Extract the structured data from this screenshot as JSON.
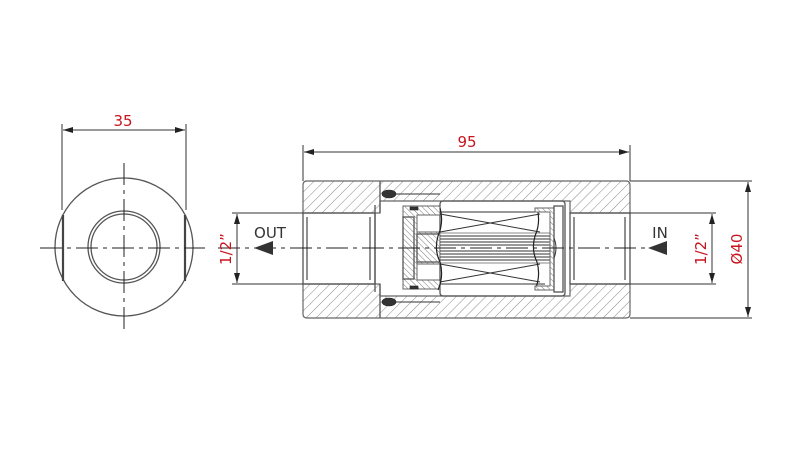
{
  "drawing": {
    "type": "technical-section-drawing",
    "subject": "inline filter / check valve body",
    "views": {
      "end_view": {
        "dimension_width": "35"
      },
      "section_view": {
        "dimension_length": "95",
        "dimension_diameter": "Ø40",
        "port_out": {
          "label": "OUT",
          "thread": "1/2”"
        },
        "port_in": {
          "label": "IN",
          "thread": "1/2”"
        }
      }
    },
    "colors": {
      "dimension_text": "#c8141e",
      "line": "#333333",
      "background": "#ffffff"
    }
  }
}
